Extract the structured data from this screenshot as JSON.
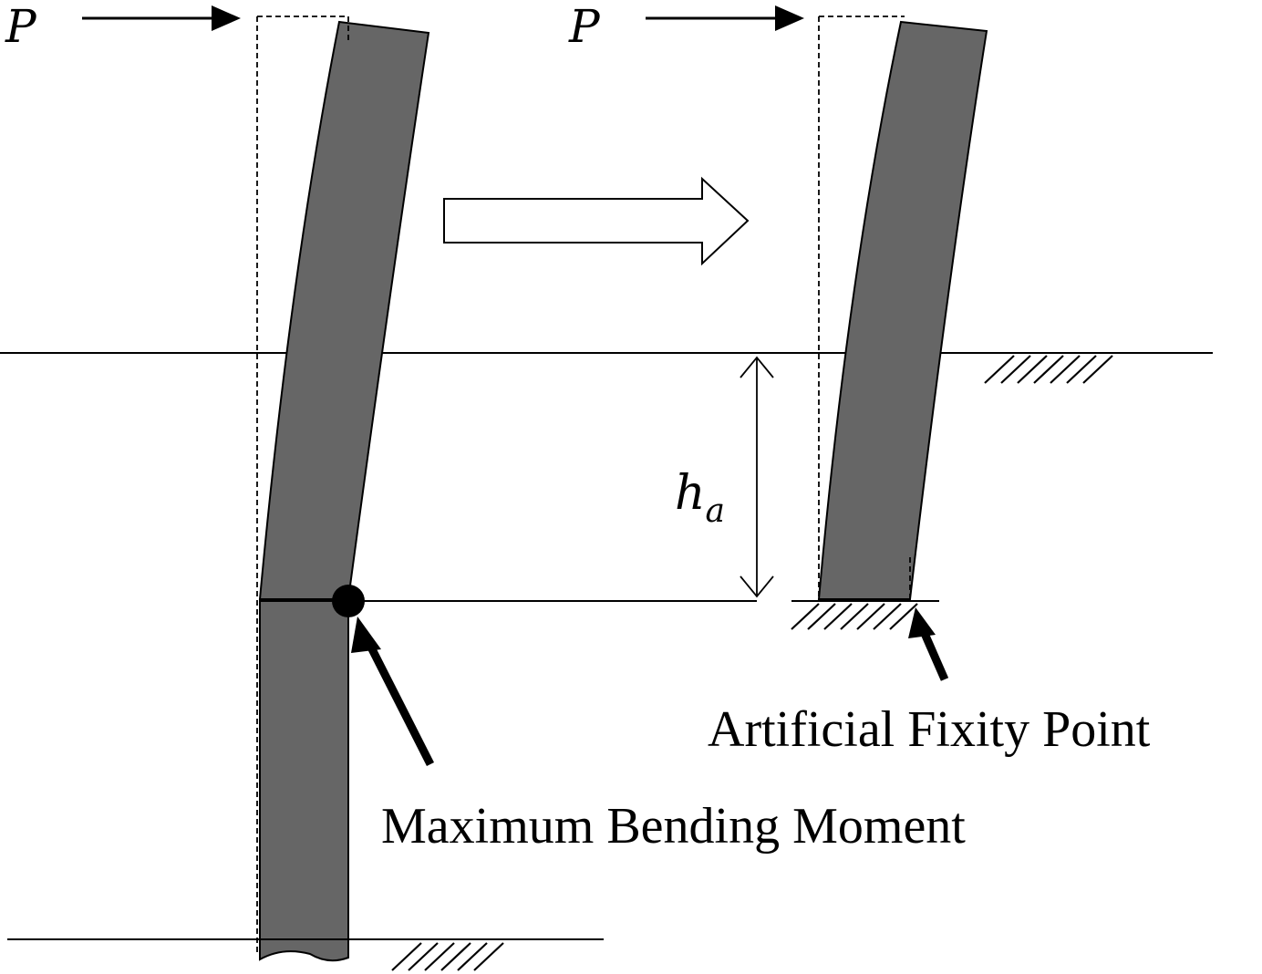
{
  "labels": {
    "force_left": "P",
    "force_right": "P",
    "depth_main": "h",
    "depth_sub": "a",
    "max_moment": "Maximum Bending Moment",
    "fixity_point": "Artificial Fixity Point"
  },
  "colors": {
    "pile_fill": "#666666",
    "stroke": "#000000",
    "background": "#ffffff"
  }
}
